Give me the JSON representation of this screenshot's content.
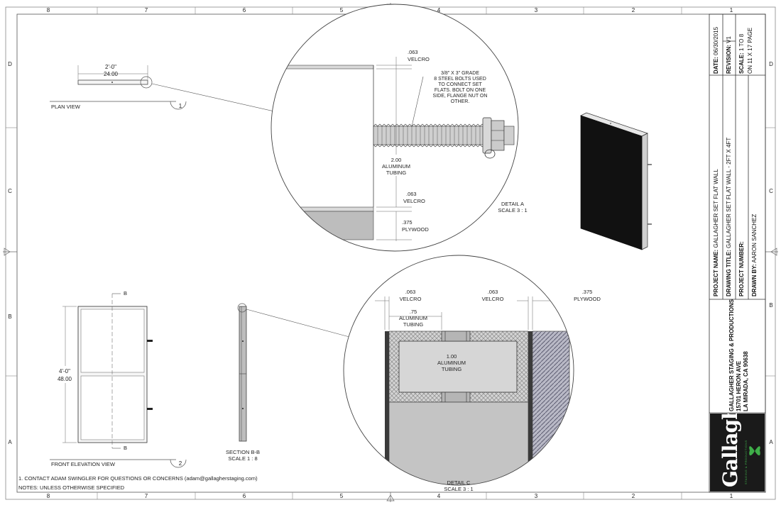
{
  "border": {
    "top_numbers": [
      "8",
      "7",
      "6",
      "5",
      "4",
      "3",
      "2",
      "1"
    ],
    "bottom_numbers": [
      "8",
      "7",
      "6",
      "5",
      "4",
      "3",
      "2",
      "1"
    ],
    "left_letters": [
      "D",
      "C",
      "B",
      "A"
    ],
    "right_letters": [
      "D",
      "C",
      "B",
      "A"
    ]
  },
  "plan_view": {
    "dim_ft": "2'-0\"",
    "dim_in": "24.00",
    "label": "PLAN VIEW",
    "number": "1"
  },
  "front_elevation": {
    "dim_ft": "4'-0\"",
    "dim_in": "48.00",
    "label": "FRONT ELEVATION VIEW",
    "number": "2",
    "section_mark": "B"
  },
  "section_bb": {
    "label": "SECTION B-B",
    "scale": "SCALE 1 : 8"
  },
  "detail_a": {
    "velcro_top_val": ".063",
    "velcro_top_label": "VELCRO",
    "bolt_note": [
      "3/8\" X 3\" GRADE",
      "8 STEEL BOLTS USED",
      "TO CONNECT SET",
      "FLATS. BOLT ON ONE",
      "SIDE, FLANGE NUT ON",
      "OTHER."
    ],
    "tubing_val": "2.00",
    "tubing_label": [
      "ALUMINUM",
      "TUBING"
    ],
    "velcro_bot_val": ".063",
    "velcro_bot_label": "VELCRO",
    "plywood_val": ".375",
    "plywood_label": "PLYWOOD",
    "title": "DETAIL A",
    "scale": "SCALE 3 : 1"
  },
  "detail_c": {
    "velcro_left_val": ".063",
    "velcro_left_label": "VELCRO",
    "velcro_right_val": ".063",
    "velcro_right_label": "VELCRO",
    "plywood_val": ".375",
    "plywood_label": "PLYWOOD",
    "tubing_small_val": ".75",
    "tubing_small_label": [
      "ALUMINUM",
      "TUBING"
    ],
    "tubing_big_val": "1.00",
    "tubing_big_label": [
      "ALUMINUM",
      "TUBING"
    ],
    "title": "DETAIL C",
    "scale": "SCALE 3 : 1"
  },
  "notes": {
    "line1": "1. CONTACT ADAM SWINGLER FOR QUESTIONS OR CONCERNS (adam@gallagherstaging.com)",
    "line2": "NOTES: UNLESS OTHERWISE SPECIFIED"
  },
  "title_block": {
    "date_label": "DATE:",
    "date_value": "06/30/2015",
    "revision_label": "REVISION:",
    "revision_value": "V1",
    "scale_label": "SCALE:",
    "scale_value": "1 TO 8",
    "page_size": "ON 11 X 17 PAGE",
    "project_name_label": "PROJECT NAME:",
    "project_name_value": "GALLAGHER SET FLAT WALL",
    "drawing_title_label": "DRAWING TITLE:",
    "drawing_title_value": "GALLAGHER SET FLAT WALL - 2FT X 4FT",
    "project_number_label": "PROJECT NUMBER:",
    "project_number_value": "",
    "drawn_by_label": "DRAWN BY:",
    "drawn_by_value": "AARON SANCHEZ",
    "company": "GALLAGHER STAGING & PRODUCTIONS",
    "address1": "15701 HERON AVE",
    "address2": "LA MIRADA, CA 90638",
    "logo_text": "Gallagher",
    "logo_sub": "STAGING & PRODUCTIONS",
    "logo_bg": "#1a1a1a",
    "logo_accent": "#3fae49"
  }
}
